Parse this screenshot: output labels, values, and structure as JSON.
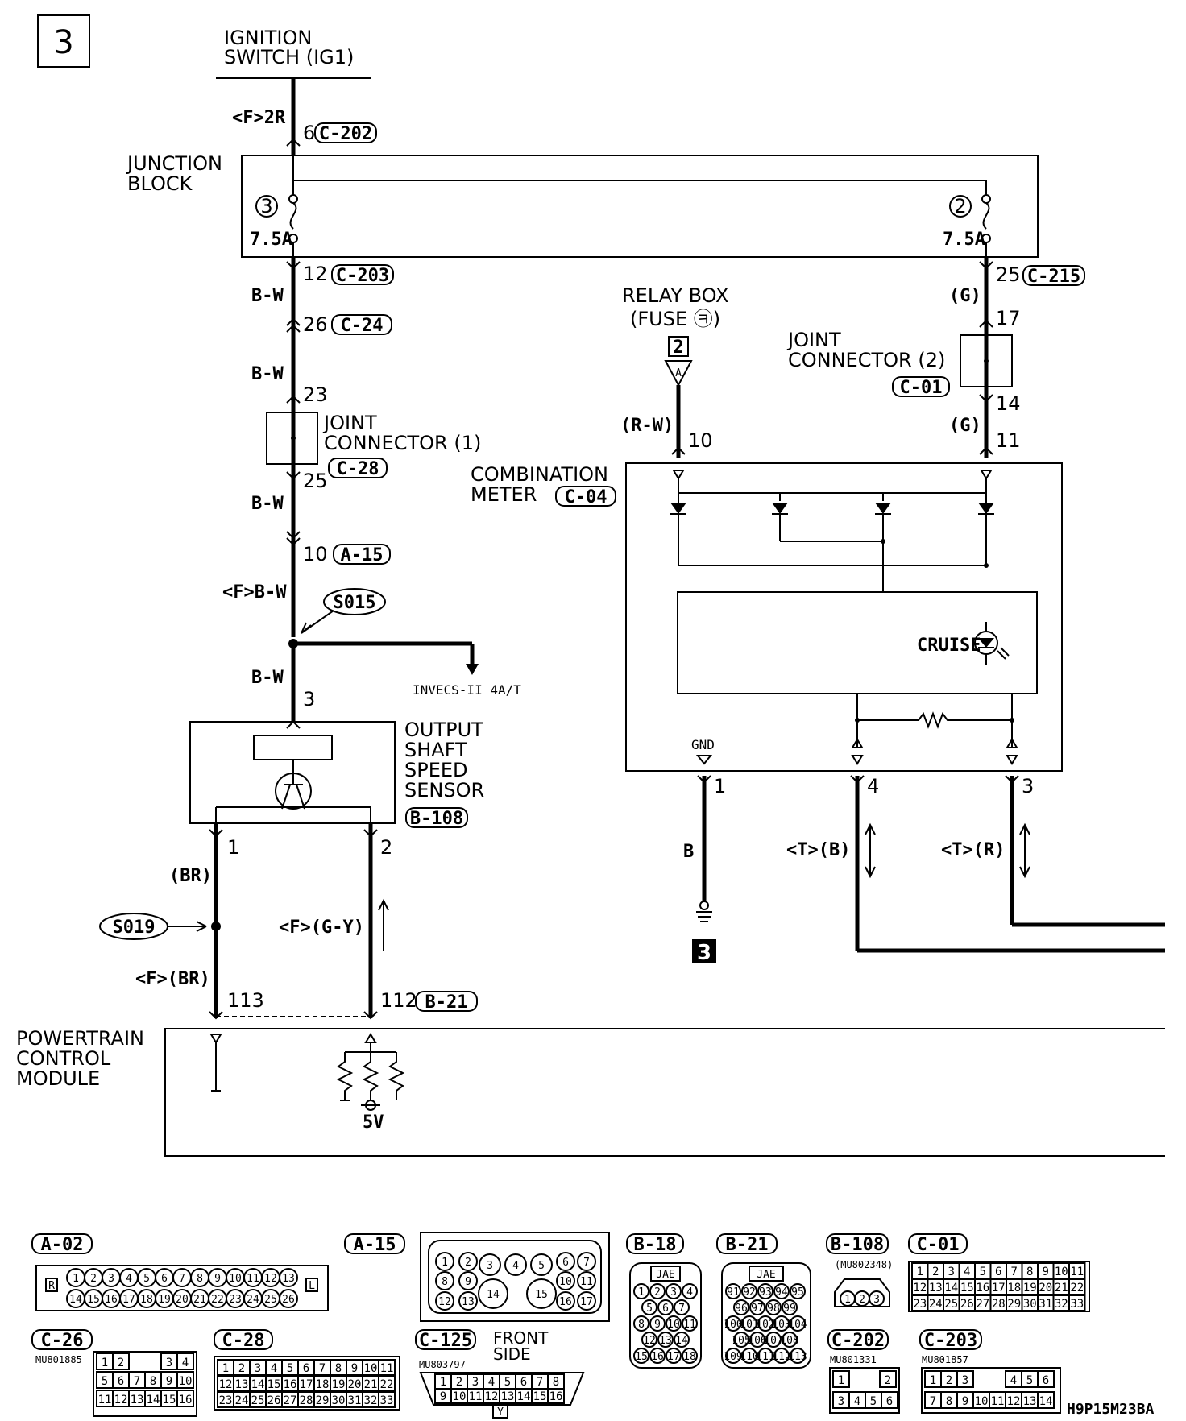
{
  "page_number": "3",
  "ground_ref": "3",
  "footer_code": "H9P15M23BA",
  "components": {
    "ignition_switch": [
      "IGNITION",
      "SWITCH (IG1)"
    ],
    "junction_block": [
      "JUNCTION",
      "BLOCK"
    ],
    "relay_box": [
      "RELAY BOX",
      "(FUSE ㉪)"
    ],
    "joint_connector_2": [
      "JOINT",
      "CONNECTOR (2)"
    ],
    "joint_connector_1": [
      "JOINT",
      "CONNECTOR (1)"
    ],
    "combination_meter": [
      "COMBINATION",
      "METER"
    ],
    "output_shaft_sensor": [
      "OUTPUT",
      "SHAFT",
      "SPEED",
      "SENSOR"
    ],
    "pcm": [
      "POWERTRAIN",
      "CONTROL",
      "MODULE"
    ],
    "invecs": "INVECS-II 4A/T",
    "cruise": "CRUISE",
    "gnd": "GND",
    "five_v": "5V"
  },
  "fuses": {
    "left_num": "3",
    "right_num": "2",
    "left_rating": "7.5A",
    "right_rating": "7.5A",
    "relay_fuse_num": "2",
    "relay_fuse_letter": "A"
  },
  "connectors": {
    "c202": "C-202",
    "c203": "C-203",
    "c215": "C-215",
    "c24": "C-24",
    "c01": "C-01",
    "c28": "C-28",
    "c04": "C-04",
    "a15": "A-15",
    "b108": "B-108",
    "b21": "B-21"
  },
  "splices": {
    "s015": "S015",
    "s019": "S019"
  },
  "wire_colors": {
    "f2r": "<F>2R",
    "bw": "B-W",
    "fbw": "<F>B-W",
    "g": "(G)",
    "rw": "(R-W)",
    "br": "(BR)",
    "fbr": "<F>(BR)",
    "fgy": "<F>(G-Y)",
    "b": "B",
    "tb": "<T>(B)",
    "tr": "<T>(R)"
  },
  "pins": {
    "p6": "6",
    "p12": "12",
    "p26": "26",
    "p23": "23",
    "p25": "25",
    "p10a": "10",
    "p3": "3",
    "p1": "1",
    "p2": "2",
    "p113": "113",
    "p112": "112",
    "p25r": "25",
    "p17": "17",
    "p14": "14",
    "p11": "11",
    "p10r": "10",
    "m1": "1",
    "m4": "4",
    "m3": "3"
  },
  "connector_views": {
    "a02": {
      "label": "A-02",
      "top": [
        "1",
        "2",
        "3",
        "4",
        "5",
        "6",
        "7",
        "8",
        "9",
        "10",
        "11",
        "12",
        "13"
      ],
      "bottom": [
        "14",
        "15",
        "16",
        "17",
        "18",
        "19",
        "20",
        "21",
        "22",
        "23",
        "24",
        "25",
        "26"
      ],
      "r": "R",
      "l": "L"
    },
    "a15": {
      "label": "A-15",
      "row1": [
        "1",
        "2",
        "3",
        "4",
        "5",
        "6",
        "7"
      ],
      "row2": [
        "8",
        "9",
        "10",
        "11"
      ],
      "row3": [
        "12",
        "13",
        "14",
        "15",
        "16",
        "17"
      ]
    },
    "b18": {
      "label": "B-18",
      "maker": "JAE",
      "rows": [
        [
          "1",
          "2",
          "3",
          "4"
        ],
        [
          "5",
          "6",
          "7"
        ],
        [
          "8",
          "9",
          "10",
          "11"
        ],
        [
          "12",
          "13",
          "14"
        ],
        [
          "15",
          "16",
          "17",
          "18"
        ]
      ]
    },
    "b21": {
      "label": "B-21",
      "maker": "JAE",
      "rows": [
        [
          "91",
          "92",
          "93",
          "94",
          "95"
        ],
        [
          "96",
          "97",
          "98",
          "99"
        ],
        [
          "100",
          "101",
          "102",
          "103",
          "104"
        ],
        [
          "105",
          "106",
          "107",
          "108"
        ],
        [
          "109",
          "110",
          "111",
          "112",
          "113"
        ]
      ]
    },
    "b108": {
      "label": "B-108",
      "part": "(MU802348)",
      "pins": [
        "1",
        "2",
        "3"
      ]
    },
    "c01": {
      "label": "C-01",
      "rows": [
        [
          "1",
          "2",
          "3",
          "4",
          "5",
          "6",
          "7",
          "8",
          "9",
          "10",
          "11"
        ],
        [
          "12",
          "13",
          "14",
          "15",
          "16",
          "17",
          "18",
          "19",
          "20",
          "21",
          "22"
        ],
        [
          "23",
          "24",
          "25",
          "26",
          "27",
          "28",
          "29",
          "30",
          "31",
          "32",
          "33"
        ]
      ]
    },
    "c26": {
      "label": "C-26",
      "part": "MU801885",
      "rows": [
        [
          "1",
          "2",
          "",
          "3",
          "4"
        ],
        [
          "5",
          "6",
          "7",
          "8",
          "9",
          "10"
        ],
        [
          "11",
          "12",
          "13",
          "14",
          "15",
          "16"
        ]
      ]
    },
    "c28": {
      "label": "C-28",
      "rows": [
        [
          "1",
          "2",
          "3",
          "4",
          "5",
          "6",
          "7",
          "8",
          "9",
          "10",
          "11"
        ],
        [
          "12",
          "13",
          "14",
          "15",
          "16",
          "17",
          "18",
          "19",
          "20",
          "21",
          "22"
        ],
        [
          "23",
          "24",
          "25",
          "26",
          "27",
          "28",
          "29",
          "30",
          "31",
          "32",
          "33"
        ]
      ]
    },
    "c125": {
      "label": "C-125",
      "part": "MU803797",
      "front": [
        "FRONT",
        "SIDE"
      ],
      "row1": [
        "1",
        "2",
        "3",
        "4",
        "5",
        "6",
        "7",
        "8"
      ],
      "row2": [
        "9",
        "10",
        "11",
        "12",
        "13",
        "14",
        "15",
        "16"
      ],
      "key": "Y"
    },
    "c202": {
      "label": "C-202",
      "part": "MU801331",
      "row1": [
        "1",
        "2"
      ],
      "row2": [
        "3",
        "4",
        "5",
        "6"
      ]
    },
    "c203": {
      "label": "C-203",
      "part": "MU801857",
      "row1": [
        "1",
        "2",
        "3",
        "4",
        "5",
        "6"
      ],
      "row2": [
        "7",
        "8",
        "9",
        "10",
        "11",
        "12",
        "13",
        "14"
      ]
    }
  }
}
